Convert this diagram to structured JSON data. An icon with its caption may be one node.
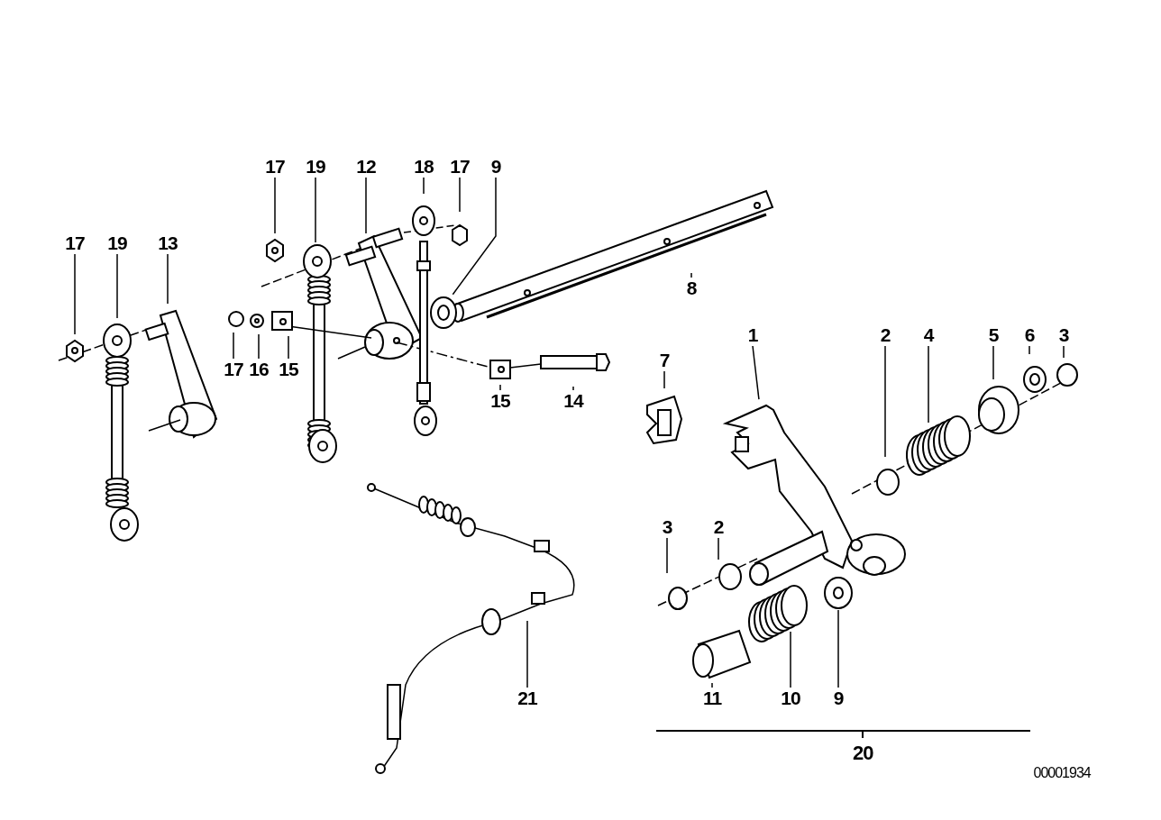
{
  "diagram": {
    "nodes": [
      {
        "text": [
          "17"
        ]
      },
      {
        "text": [
          "19"
        ]
      },
      {
        "text": [
          "12"
        ]
      },
      {
        "text": [
          "18"
        ]
      },
      {
        "text": [
          "17"
        ]
      },
      {
        "text": [
          "9"
        ]
      },
      {
        "text": [
          "17"
        ]
      },
      {
        "text": [
          "19"
        ]
      },
      {
        "text": [
          "13"
        ]
      },
      {
        "text": [
          "8"
        ]
      },
      {
        "text": [
          "1"
        ]
      },
      {
        "text": [
          "2"
        ]
      },
      {
        "text": [
          "4"
        ]
      },
      {
        "text": [
          "5"
        ]
      },
      {
        "text": [
          "6"
        ]
      },
      {
        "text": [
          "3"
        ]
      },
      {
        "text": [
          "7"
        ]
      },
      {
        "text": [
          "17"
        ]
      },
      {
        "text": [
          "16"
        ]
      },
      {
        "text": [
          "15"
        ]
      },
      {
        "text": [
          "15"
        ]
      },
      {
        "text": [
          "14"
        ]
      },
      {
        "text": [
          "3"
        ]
      },
      {
        "text": [
          "2"
        ]
      },
      {
        "text": [
          "21"
        ]
      },
      {
        "text": [
          "11"
        ]
      },
      {
        "text": [
          "10"
        ]
      },
      {
        "text": [
          "9"
        ]
      }
    ],
    "edges": [
      {
        "from": 0,
        "to": null,
        "arrow": "none"
      },
      {
        "from": 1,
        "to": null,
        "arrow": "none"
      },
      {
        "from": 2,
        "to": null,
        "arrow": "none"
      },
      {
        "from": 3,
        "to": null,
        "arrow": "none"
      },
      {
        "from": 4,
        "to": null,
        "arrow": "none"
      },
      {
        "from": 5,
        "to": null,
        "arrow": "none"
      },
      {
        "from": 6,
        "to": null,
        "arrow": "none"
      },
      {
        "from": 7,
        "to": null,
        "arrow": "none"
      },
      {
        "from": 8,
        "to": null,
        "arrow": "none"
      },
      {
        "from": 9,
        "to": null,
        "arrow": "none"
      },
      {
        "from": 10,
        "to": null,
        "arrow": "none"
      },
      {
        "from": 11,
        "to": null,
        "arrow": "none"
      },
      {
        "from": 12,
        "to": null,
        "arrow": "none"
      },
      {
        "from": 13,
        "to": null,
        "arrow": "none"
      },
      {
        "from": 14,
        "to": null,
        "arrow": "none"
      },
      {
        "from": 15,
        "to": null,
        "arrow": "none"
      },
      {
        "from": 16,
        "to": null,
        "arrow": "none"
      },
      {
        "from": 17,
        "to": null,
        "arrow": "none"
      },
      {
        "from": 18,
        "to": null,
        "arrow": "none"
      },
      {
        "from": 19,
        "to": null,
        "arrow": "none"
      },
      {
        "from": 20,
        "to": null,
        "arrow": "none"
      },
      {
        "from": 21,
        "to": null,
        "arrow": "none"
      },
      {
        "from": 22,
        "to": null,
        "arrow": "none"
      },
      {
        "from": 23,
        "to": null,
        "arrow": "none"
      },
      {
        "from": 24,
        "to": null,
        "arrow": "none"
      },
      {
        "from": 25,
        "to": null,
        "arrow": "none"
      },
      {
        "from": 26,
        "to": null,
        "arrow": "none"
      },
      {
        "from": 27,
        "to": null,
        "arrow": "none"
      }
    ],
    "labels": [
      "20",
      "00001934"
    ]
  }
}
